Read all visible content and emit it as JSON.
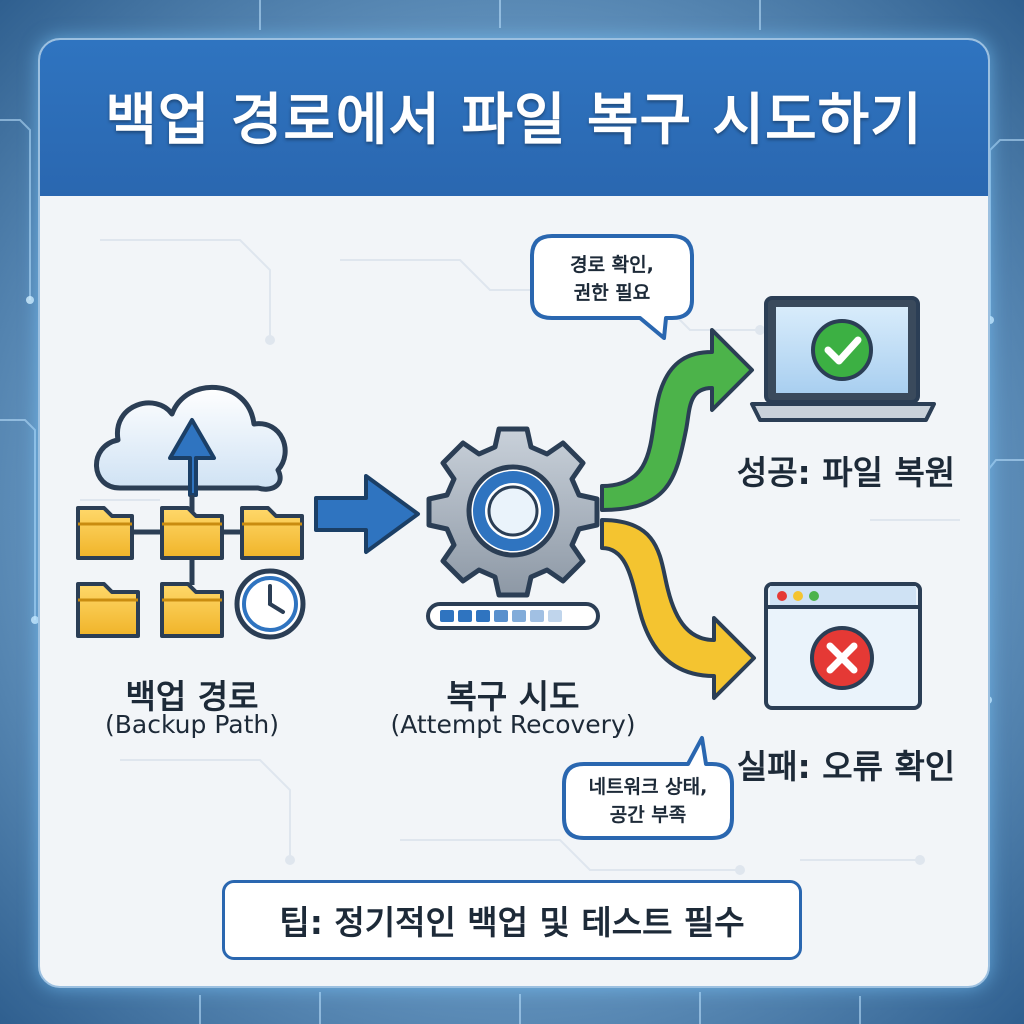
{
  "title": "백업 경로에서 파일 복구 시도하기",
  "nodes": {
    "backup": {
      "label": "백업 경로",
      "sublabel": "(Backup Path)"
    },
    "recovery": {
      "label": "복구 시도",
      "sublabel": "(Attempt Recovery)"
    },
    "success": {
      "label": "성공: 파일 복원"
    },
    "failure": {
      "label": "실패: 오류 확인"
    }
  },
  "callouts": {
    "success_note": {
      "line1": "경로 확인,",
      "line2": "권한 필요"
    },
    "failure_note": {
      "line1": "네트워크 상태,",
      "line2": "공간 부족"
    }
  },
  "tip": "팁: 정기적인 백업 및 테스트 필수",
  "colors": {
    "header": "#2a67b0",
    "success_arrow": "#4cb34a",
    "failure_arrow": "#f4c430",
    "flow_arrow": "#2f74c0",
    "folder": "#f5c542",
    "check": "#3cb043",
    "error": "#e53935"
  },
  "icons": [
    "cloud-upload-icon",
    "folder-icon",
    "clock-icon",
    "gear-icon",
    "progress-bar",
    "laptop-icon",
    "check-icon",
    "browser-window-icon",
    "error-x-icon"
  ]
}
